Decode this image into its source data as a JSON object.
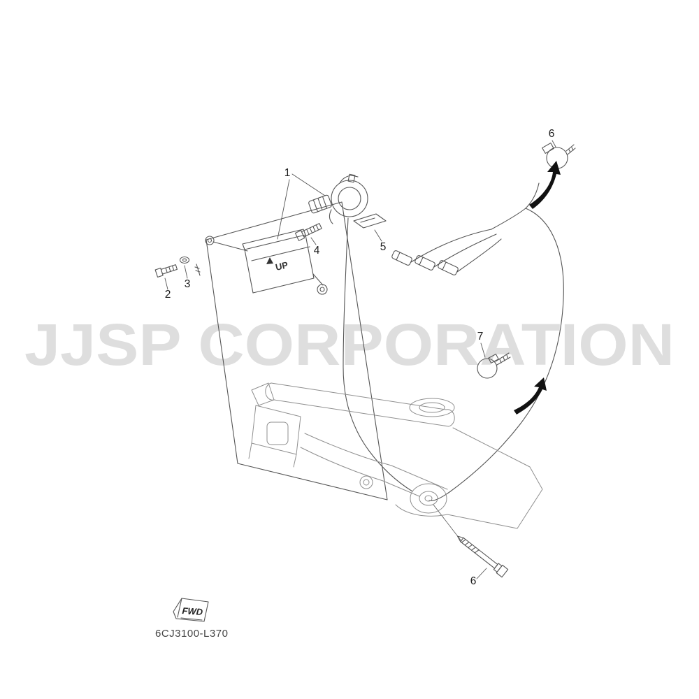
{
  "watermark": {
    "text": "JJSP CORPORATION"
  },
  "diagram": {
    "part_code": "6CJ3100-L370",
    "fwd_label": "FWD",
    "up_label": "UP",
    "callouts": [
      {
        "label": "1"
      },
      {
        "label": "2"
      },
      {
        "label": "3"
      },
      {
        "label": "4"
      },
      {
        "label": "5"
      },
      {
        "label": "6"
      },
      {
        "label": "7"
      },
      {
        "label": "6"
      }
    ]
  },
  "colors": {
    "line": "#555555",
    "light_line": "#8f8f8f",
    "text": "#1a1a1a",
    "watermark": "#dedede",
    "arrow": "#111111",
    "background": "#ffffff"
  }
}
